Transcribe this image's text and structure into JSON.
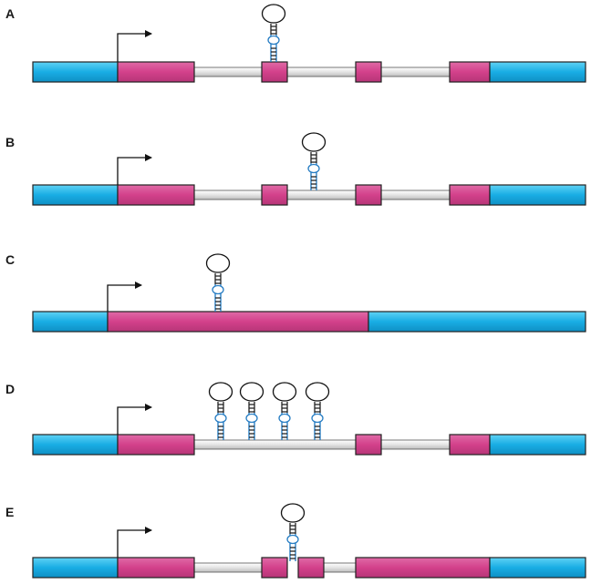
{
  "panels": [
    {
      "label": "A"
    },
    {
      "label": "B"
    },
    {
      "label": "C"
    },
    {
      "label": "D"
    },
    {
      "label": "E"
    }
  ],
  "colors": {
    "utr": "#1ab0e6",
    "exon": "#d6468f",
    "intron": "#d8d8d8",
    "outline": "#222222",
    "stem_blue": "#2a7fc4"
  }
}
